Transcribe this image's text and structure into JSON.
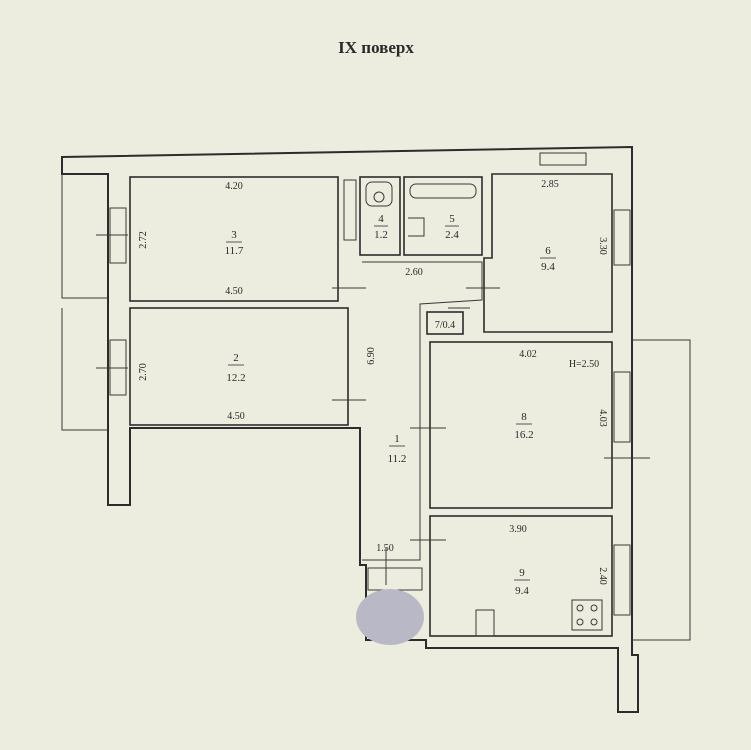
{
  "floor_title": "IX поверх",
  "height_note": "H=2.50",
  "rooms": [
    {
      "id": "1",
      "num": "1",
      "area": "11.2"
    },
    {
      "id": "2",
      "num": "2",
      "area": "12.2"
    },
    {
      "id": "3",
      "num": "3",
      "area": "11.7"
    },
    {
      "id": "4",
      "num": "4",
      "area": "1.2"
    },
    {
      "id": "5",
      "num": "5",
      "area": "2.4"
    },
    {
      "id": "6",
      "num": "6",
      "area": "9.4"
    },
    {
      "id": "7",
      "label": "7/0.4"
    },
    {
      "id": "8",
      "num": "8",
      "area": "16.2"
    },
    {
      "id": "9",
      "num": "9",
      "area": "9.4"
    }
  ],
  "dimensions": {
    "room3_top": "4.20",
    "room3_side": "2.72",
    "room3_bottom": "4.50",
    "room2_side": "2.70",
    "room2_bottom": "4.50",
    "corridor_length": "6.90",
    "bath_width": "2.60",
    "room6_top": "2.85",
    "room6_side": "3.30",
    "room8_top": "4.02",
    "room8_side": "4.03",
    "room9_top": "3.90",
    "room9_side": "2.40",
    "entry_width": "1.50"
  }
}
